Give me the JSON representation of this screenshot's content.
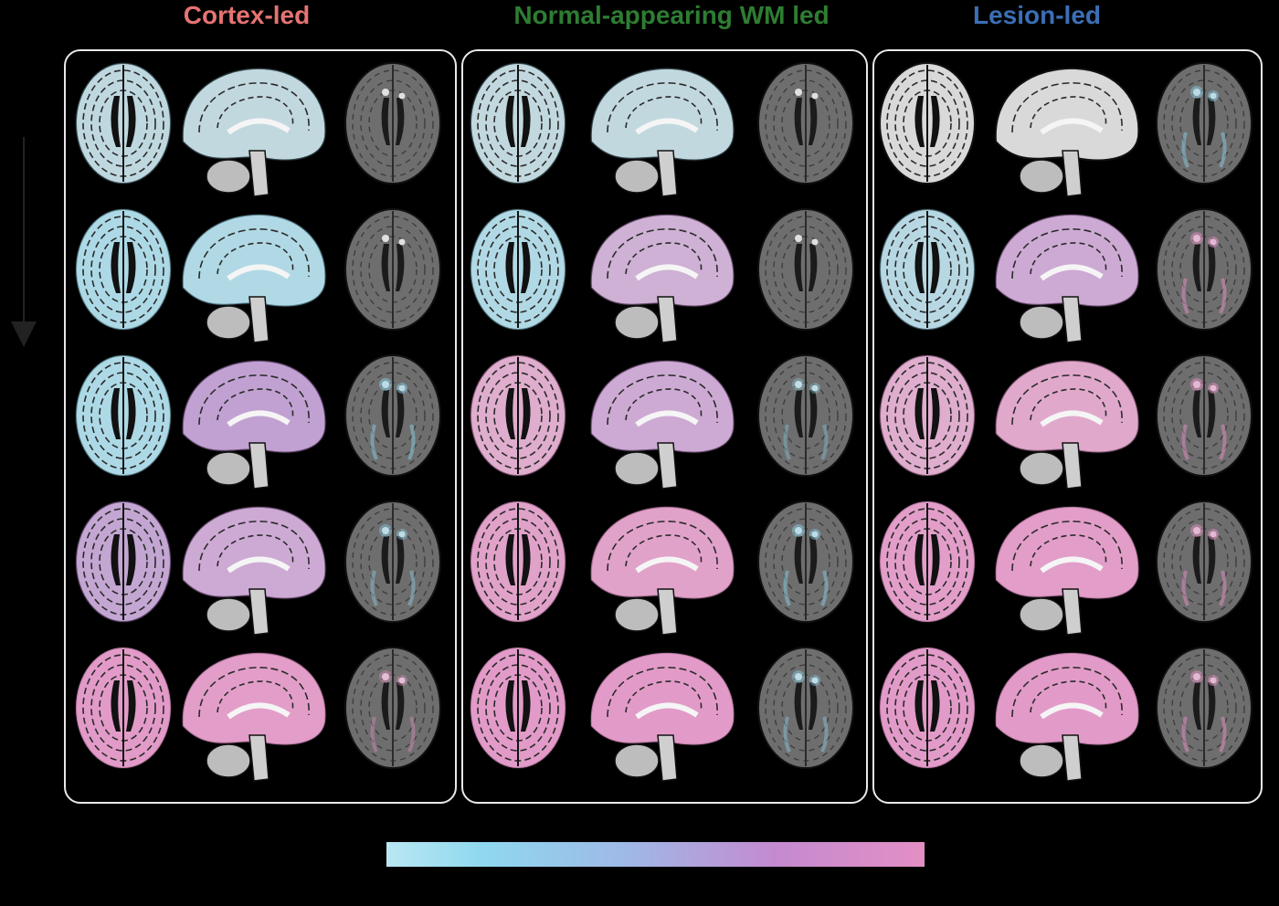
{
  "groups": [
    {
      "title": "Cortex-led",
      "color": "#e57373"
    },
    {
      "title": "Normal-appearing WM led",
      "color": "#2e7d32"
    },
    {
      "title": "Lesion-led",
      "color": "#3b6fb6"
    }
  ],
  "colors": {
    "background": "#000000",
    "panel_border": "#e8e8e8",
    "early_stage": "#8fd8ef",
    "late_stage": "#e38fc4",
    "tissue": "#e6e6e6",
    "flair": "#6e6e6e"
  },
  "colorbar": {
    "from": "#b9e7f2",
    "to": "#e38fc4"
  },
  "stages": [
    [
      {
        "a": [
          "#8fd8ef",
          0.35
        ],
        "s": [
          "#8fd8ef",
          0.3
        ],
        "f": [
          "#8fd8ef",
          0.0
        ]
      },
      {
        "a": [
          "#8fd8ef",
          0.6
        ],
        "s": [
          "#8fd8ef",
          0.55
        ],
        "f": [
          "#8fd8ef",
          0.0
        ]
      },
      {
        "a": [
          "#8fd8ef",
          0.6
        ],
        "s": [
          "#b07ccc",
          0.6
        ],
        "f": [
          "#8fd8ef",
          0.45
        ]
      },
      {
        "a": [
          "#b07ccc",
          0.55
        ],
        "s": [
          "#c48ad0",
          0.6
        ],
        "f": [
          "#8fd8ef",
          0.4
        ]
      },
      {
        "a": [
          "#e38fc4",
          0.85
        ],
        "s": [
          "#e38fc4",
          0.8
        ],
        "f": [
          "#e38fc4",
          0.4
        ]
      }
    ],
    [
      {
        "a": [
          "#8fd8ef",
          0.3
        ],
        "s": [
          "#8fd8ef",
          0.3
        ],
        "f": [
          "#8fd8ef",
          0.0
        ]
      },
      {
        "a": [
          "#8fd8ef",
          0.55
        ],
        "s": [
          "#c48ad0",
          0.5
        ],
        "f": [
          "#8fd8ef",
          0.0
        ]
      },
      {
        "a": [
          "#e38fc4",
          0.6
        ],
        "s": [
          "#c48ad0",
          0.6
        ],
        "f": [
          "#8fd8ef",
          0.35
        ]
      },
      {
        "a": [
          "#e38fc4",
          0.75
        ],
        "s": [
          "#e38fc4",
          0.75
        ],
        "f": [
          "#8fd8ef",
          0.45
        ]
      },
      {
        "a": [
          "#e38fc4",
          0.85
        ],
        "s": [
          "#e38fc4",
          0.85
        ],
        "f": [
          "#8fd8ef",
          0.4
        ]
      }
    ],
    [
      {
        "a": [
          "#8fd8ef",
          0.0
        ],
        "s": [
          "#8fd8ef",
          0.0
        ],
        "f": [
          "#8fd8ef",
          0.45
        ]
      },
      {
        "a": [
          "#8fd8ef",
          0.45
        ],
        "s": [
          "#c48ad0",
          0.6
        ],
        "f": [
          "#e38fc4",
          0.5
        ]
      },
      {
        "a": [
          "#e38fc4",
          0.6
        ],
        "s": [
          "#e38fc4",
          0.65
        ],
        "f": [
          "#e38fc4",
          0.5
        ]
      },
      {
        "a": [
          "#e38fc4",
          0.8
        ],
        "s": [
          "#e38fc4",
          0.8
        ],
        "f": [
          "#e38fc4",
          0.5
        ]
      },
      {
        "a": [
          "#e38fc4",
          0.85
        ],
        "s": [
          "#e38fc4",
          0.85
        ],
        "f": [
          "#e38fc4",
          0.5
        ]
      }
    ]
  ]
}
